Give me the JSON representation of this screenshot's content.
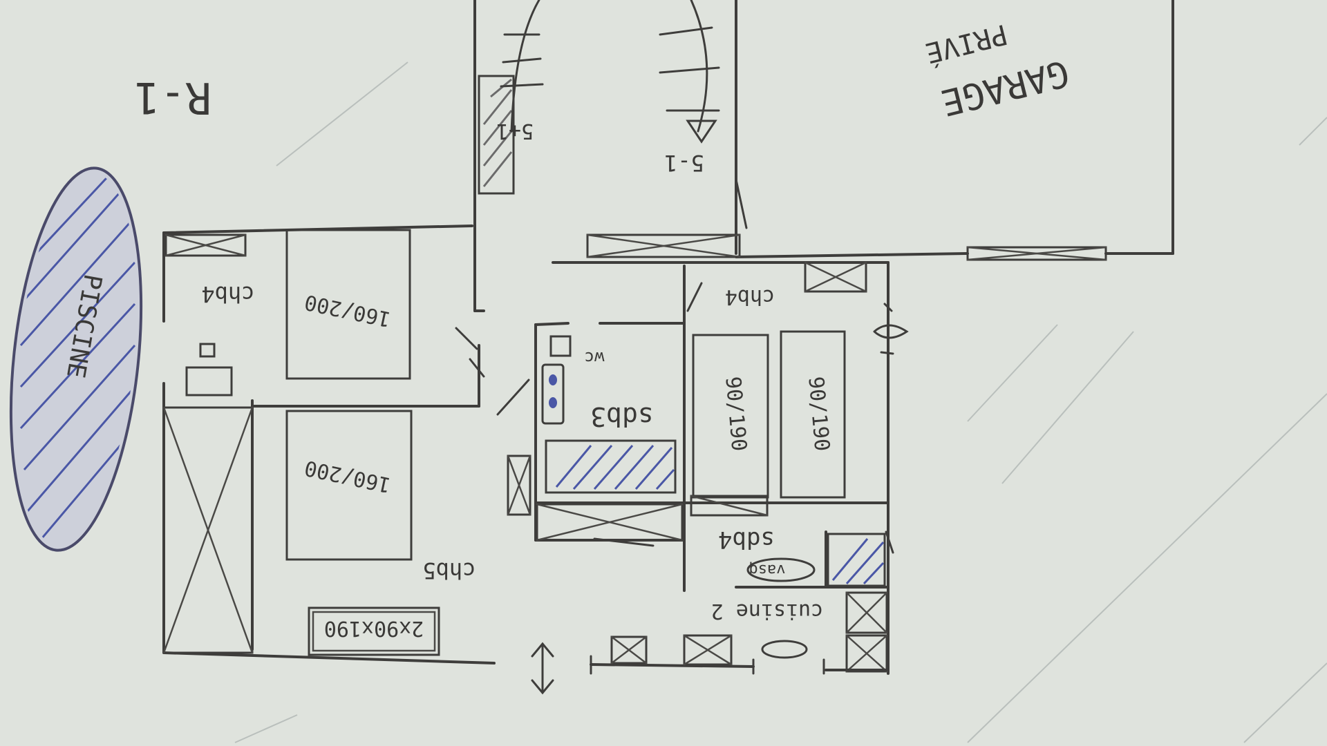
{
  "labels": {
    "level": "R-1",
    "garage": "GARAGE",
    "garage_sub": "PRIVÉ",
    "piscine": "PISCINE",
    "stair_up": "5-1",
    "stair_down": "5+1",
    "chb4_left": "chb4",
    "chb4_right": "chb4",
    "bed_160_left": "160/200",
    "bed_160_mid": "160/200",
    "bed_90_a": "90/190",
    "bed_90_b": "90/190",
    "sdb3": "sdb3",
    "wc": "wc",
    "sdb4": "sdb4",
    "vasque": "vasq",
    "chb5": "chb5",
    "bunk": "2x90x190",
    "cuisine": "cuisine 2"
  },
  "colors": {
    "ink": "#3e3d3b",
    "paper": "#dfe3dd",
    "hatch_blue": "#4a57a6"
  }
}
